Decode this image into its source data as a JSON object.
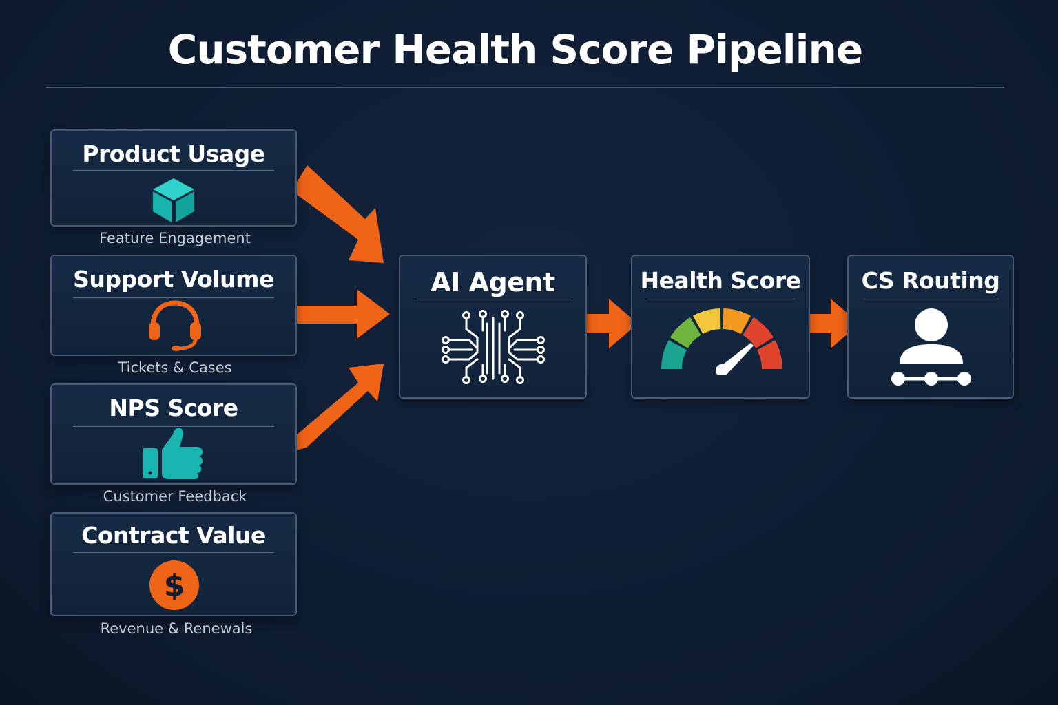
{
  "title": "Customer Health Score Pipeline",
  "colors": {
    "background": "#0f1d33",
    "arrow": "#f06418",
    "teal": "#19b6b1",
    "orange": "#f06418",
    "gauge": [
      "#19a58f",
      "#6fb43f",
      "#f2c53a",
      "#f29a1f",
      "#e0442c",
      "#e0442c"
    ]
  },
  "inputs": [
    {
      "title": "Product Usage",
      "caption": "Feature Engagement",
      "icon": "cube-icon"
    },
    {
      "title": "Support Volume",
      "caption": "Tickets & Cases",
      "icon": "headset-icon"
    },
    {
      "title": "NPS Score",
      "caption": "Customer Feedback",
      "icon": "thumbs-up-icon"
    },
    {
      "title": "Contract Value",
      "caption": "Revenue & Renewals",
      "icon": "dollar-icon"
    }
  ],
  "pipeline": [
    {
      "title": "AI Agent",
      "icon": "circuit-icon"
    },
    {
      "title": "Health Score",
      "icon": "gauge-icon"
    },
    {
      "title": "CS Routing",
      "icon": "user-routing-icon"
    }
  ]
}
